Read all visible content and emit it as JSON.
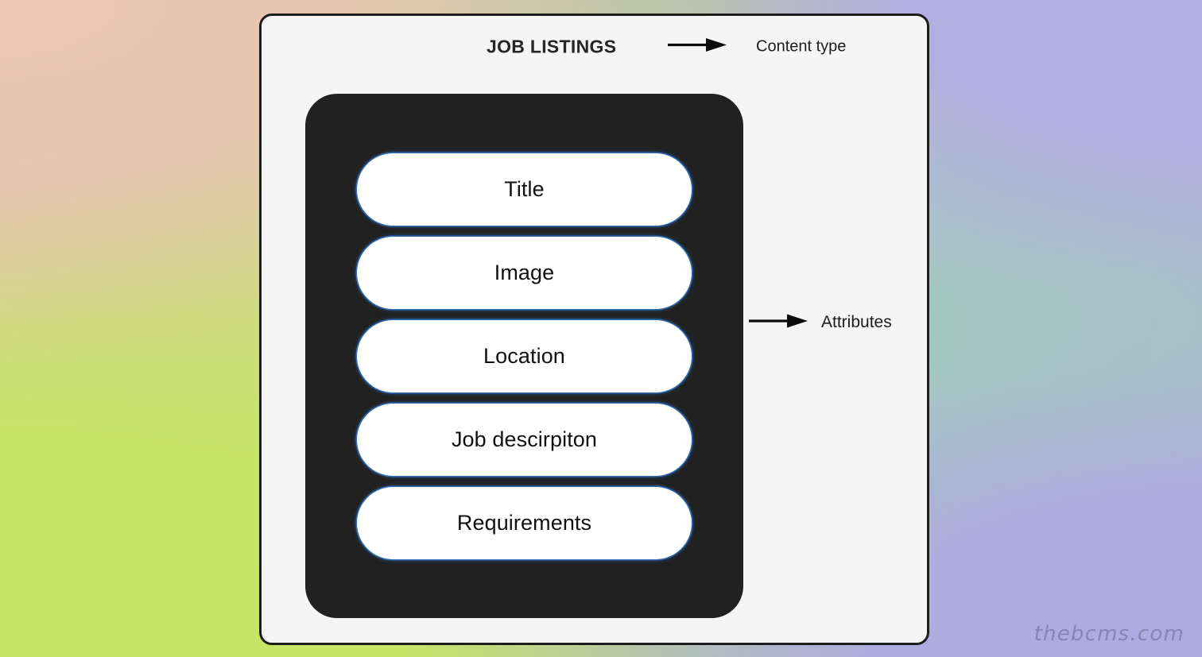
{
  "background": {
    "gradient_colors": [
      "#e9c4b2",
      "#c6e566",
      "#9ed2b4",
      "#b3aee0"
    ],
    "description": "pastel mesh gradient"
  },
  "card": {
    "background_color": "#f5f5f5",
    "border_color": "#1d1d1d"
  },
  "header": {
    "content_type_title": "JOB LISTINGS",
    "arrow": "arrow-right-icon",
    "annotation_label": "Content type"
  },
  "panel": {
    "background_color": "#212121",
    "attributes": [
      {
        "label": "Title"
      },
      {
        "label": "Image"
      },
      {
        "label": "Location"
      },
      {
        "label": "Job descirpiton"
      },
      {
        "label": "Requirements"
      }
    ],
    "pill_color": "#ffffff",
    "pill_outline_color": "#2f6cb3"
  },
  "attributes_callout": {
    "arrow": "arrow-right-icon",
    "label": "Attributes"
  },
  "watermark": {
    "text": "thebcms.com"
  }
}
